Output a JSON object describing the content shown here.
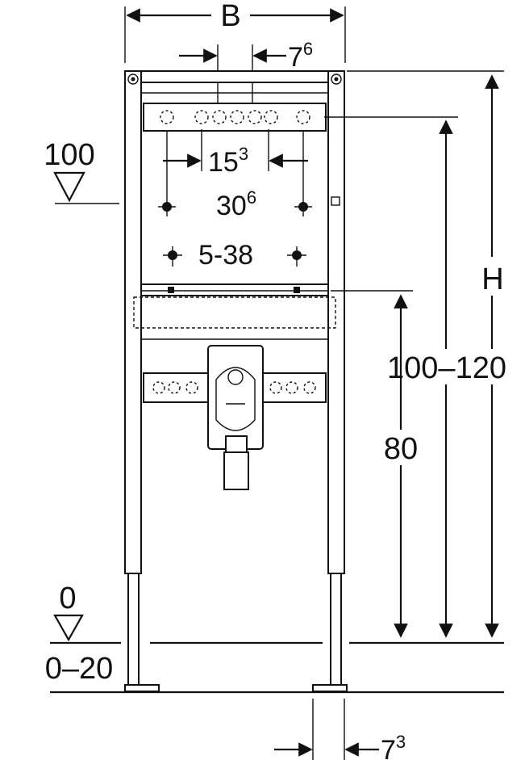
{
  "dimensions": {
    "width_label": "B",
    "top_offset_main": "7",
    "top_offset_sup": "6",
    "spacing_main": "15",
    "spacing_sup": "3",
    "hole_spacing_main": "30",
    "hole_spacing_sup": "6",
    "range_label": "5-38",
    "height_label": "H",
    "height_range": "100–120",
    "height_80": "80",
    "level_100": "100",
    "level_0": "0",
    "floor_range": "0–20",
    "bottom_offset_main": "7",
    "bottom_offset_sup": "3"
  },
  "colors": {
    "line": "#111111",
    "background": "#ffffff"
  }
}
